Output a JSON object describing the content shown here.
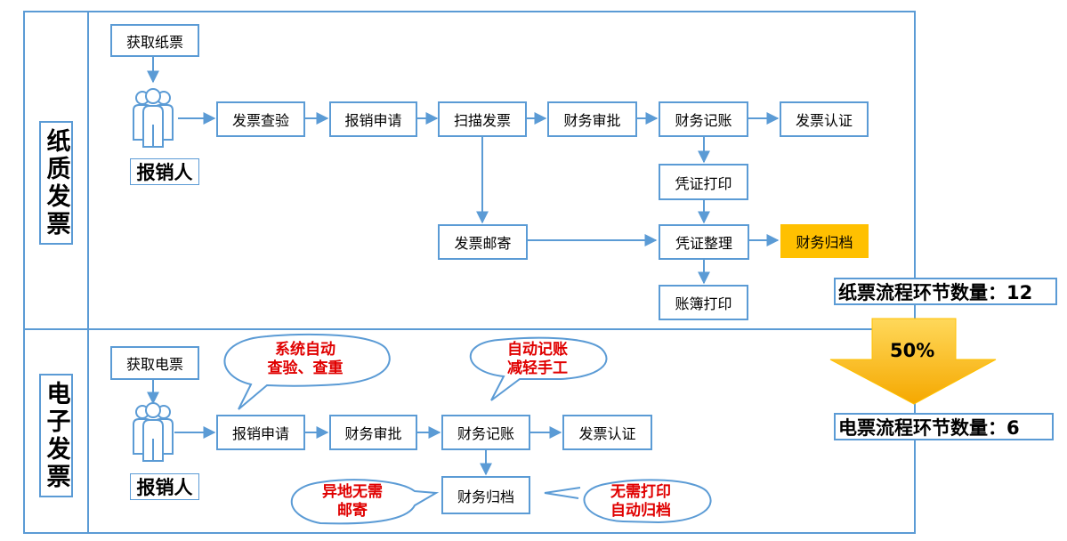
{
  "sections": {
    "paper_label": "纸质发票",
    "electronic_label": "电子发票"
  },
  "paper": {
    "get_ticket": "获取纸票",
    "actor": "报销人",
    "verify": "发票查验",
    "apply": "报销申请",
    "scan": "扫描发票",
    "approve": "财务审批",
    "bookkeep": "财务记账",
    "certify": "发票认证",
    "voucher_print": "凭证打印",
    "mail": "发票邮寄",
    "voucher_sort": "凭证整理",
    "archive": "财务归档",
    "ledger_print": "账簿打印"
  },
  "electronic": {
    "get_ticket": "获取电票",
    "actor": "报销人",
    "apply": "报销申请",
    "approve": "财务审批",
    "bookkeep": "财务记账",
    "certify": "发票认证",
    "archive": "财务归档",
    "bubble_auto_check_l1": "系统自动",
    "bubble_auto_check_l2": "查验、查重",
    "bubble_auto_book_l1": "自动记账",
    "bubble_auto_book_l2": "减轻手工",
    "bubble_no_mail_l1": "异地无需",
    "bubble_no_mail_l2": "邮寄",
    "bubble_no_print_l1": "无需打印",
    "bubble_no_print_l2": "自动归档"
  },
  "summary": {
    "paper_count": "纸票流程环节数量：12",
    "reduction": "50%",
    "electronic_count": "电票流程环节数量：6"
  },
  "colors": {
    "border": "#5b9bd5",
    "archive_fill": "#ffc000",
    "arrow_fill": "#ffc000",
    "bubble_text": "#e00000"
  }
}
